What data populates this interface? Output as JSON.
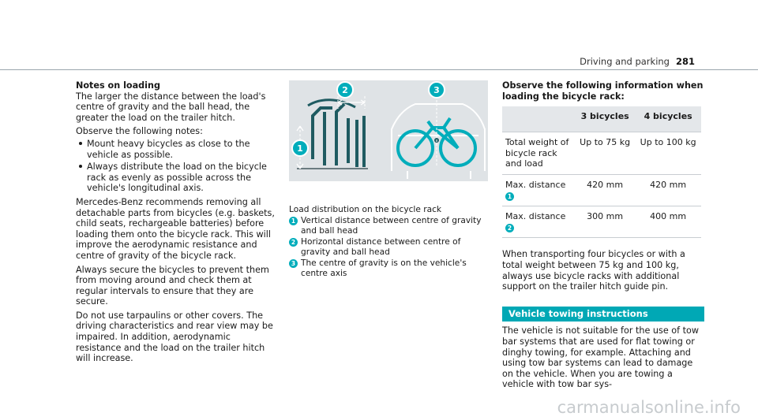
{
  "header": {
    "title": "Driving and parking",
    "page": "281"
  },
  "col1": {
    "heading": "Notes on loading",
    "intro": "The larger the distance between the load's centre of gravity and the ball head, the greater the load on the trailer hitch.",
    "observe": "Observe the following notes:",
    "bullets": [
      "Mount heavy bicycles as close to the vehicle as possible.",
      "Always distribute the load on the bicycle rack as evenly as possible across the vehicle's longitudinal axis."
    ],
    "para1": "Mercedes-Benz recommends removing all detachable parts from bicycles (e.g. baskets, child seats, rechargeable batteries) before loading them onto the bicycle rack. This will improve the aerodynamic resistance and centre of gravity of the bicycle rack.",
    "para2": "Always secure the bicycles to prevent them from moving around and check them at regular intervals to ensure that they are secure.",
    "para3": "Do not use tarpaulins or other covers. The driving characteristics and rear view may be impaired. In addition, aerodynamic resistance and the load on the trailer hitch will increase."
  },
  "col2": {
    "caption": "Load distribution on the bicycle rack",
    "legend": [
      {
        "num": "1",
        "text": "Vertical distance between centre of gravity and ball head"
      },
      {
        "num": "2",
        "text": "Horizontal distance between centre of gravity and ball head"
      },
      {
        "num": "3",
        "text": "The centre of gravity is on the vehicle's centre axis"
      }
    ],
    "markers": [
      "1",
      "2",
      "3"
    ],
    "colors": {
      "accent": "#00adbb",
      "figure_bg": "#dfe3e6"
    }
  },
  "col3": {
    "heading": "Observe the following information when loading the bicycle rack:",
    "table": {
      "headers": [
        "",
        "3 bicycles",
        "4 bicycles"
      ],
      "rows": [
        {
          "label": "Total weight of bicycle rack and load",
          "num": "",
          "v3": "Up to 75 kg",
          "v4": "Up to 100 kg"
        },
        {
          "label": "Max. distance",
          "num": "1",
          "v3": "420 mm",
          "v4": "420 mm"
        },
        {
          "label": "Max. distance",
          "num": "2",
          "v3": "300 mm",
          "v4": "400 mm"
        }
      ]
    },
    "para": "When transporting four bicycles or with a total weight between 75 kg and 100 kg, always use bicycle racks with additional support on the trailer hitch guide pin.",
    "section_title": "Vehicle towing instructions",
    "section_text": "The vehicle is not suitable for the use of tow bar systems that are used for flat towing or dinghy towing, for example. Attaching and using tow bar systems can lead to damage on the vehicle. When you are towing a vehicle with tow bar sys-"
  },
  "watermark": "carmanualsonline.info"
}
